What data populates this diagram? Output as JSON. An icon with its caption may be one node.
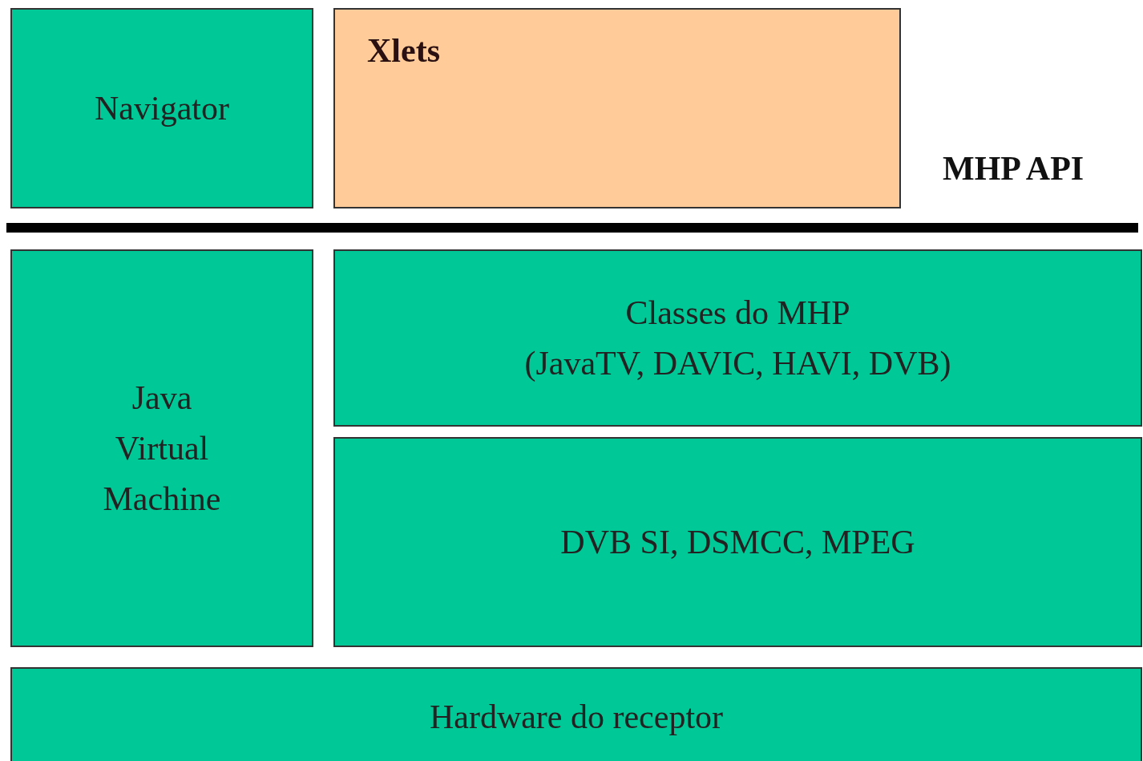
{
  "diagram": {
    "nodes": [
      {
        "text": [
          "Navigator"
        ]
      },
      {
        "text": [
          "Xlets"
        ]
      },
      {
        "text": [
          "Java Virtual Machine"
        ]
      },
      {
        "text": [
          "Classes do MHP",
          "(JavaTV, DAVIC, HAVI, DVB)"
        ]
      },
      {
        "text": [
          "DVB SI, DSMCC, MPEG"
        ]
      },
      {
        "text": [
          "Hardware do receptor"
        ]
      }
    ],
    "edges": [],
    "labels": [
      "MHP API"
    ]
  }
}
